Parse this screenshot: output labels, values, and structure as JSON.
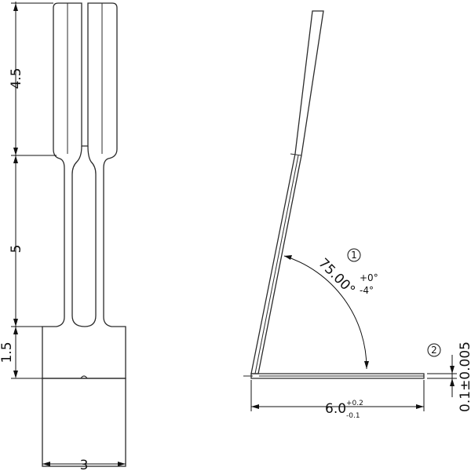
{
  "front_view": {
    "dim_top": "4.5",
    "dim_middle": "5",
    "dim_base": "1.5",
    "dim_width": "3"
  },
  "side_view": {
    "angle_value": "75.00°",
    "angle_tol_upper": "+0°",
    "angle_tol_lower": "-4°",
    "callout_1": "1",
    "callout_2": "2",
    "length_value": "6.0",
    "length_tol_upper": "+0.2",
    "length_tol_lower": "-0.1",
    "thickness": "0.1±0.005"
  }
}
